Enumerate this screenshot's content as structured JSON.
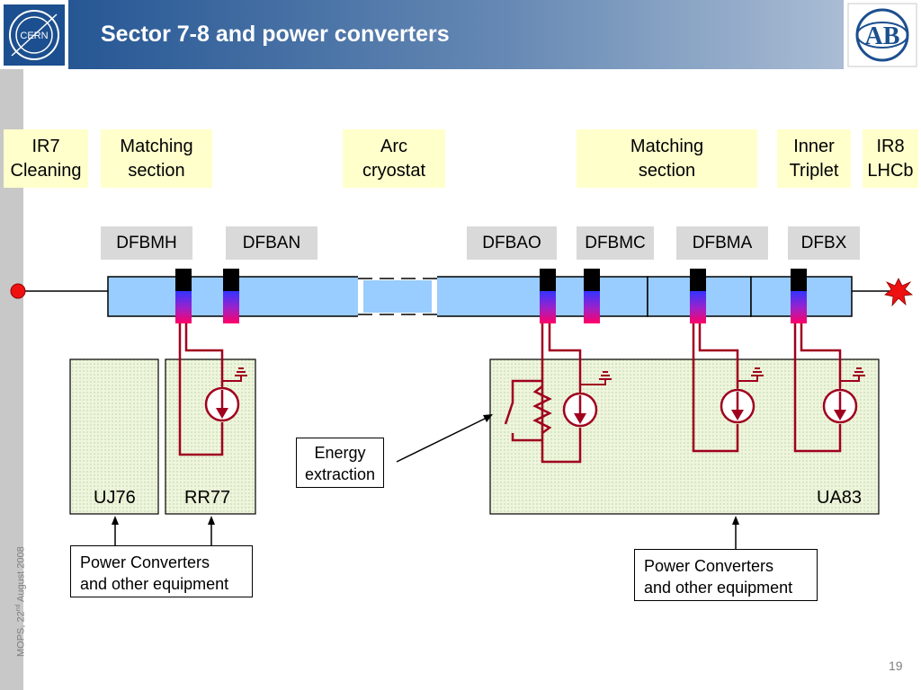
{
  "header": {
    "title": "Sector 7-8 and power converters"
  },
  "logos": {
    "left": "CERN",
    "right": "AB"
  },
  "labels": [
    {
      "id": "ir7",
      "lines": [
        "IR7",
        "Cleaning"
      ]
    },
    {
      "id": "matching-left",
      "lines": [
        "Matching",
        "section"
      ]
    },
    {
      "id": "arc",
      "lines": [
        "Arc",
        "cryostat"
      ]
    },
    {
      "id": "matching-right",
      "lines": [
        "Matching",
        "section"
      ]
    },
    {
      "id": "inner-triplet",
      "lines": [
        "Inner",
        "Triplet"
      ]
    },
    {
      "id": "ir8",
      "lines": [
        "IR8",
        "LHCb"
      ]
    }
  ],
  "dfb": [
    "DFBMH",
    "DFBAN",
    "DFBAO",
    "DFBMC",
    "DFBMA",
    "DFBX"
  ],
  "zones": {
    "uj76": "UJ76",
    "rr77": "RR77",
    "ua83": "UA83"
  },
  "callouts": {
    "energy_extraction": [
      "Energy",
      "extraction"
    ],
    "power_left": [
      "Power Converters",
      "and other equipment"
    ],
    "power_right": [
      "Power Converters",
      "and other equipment"
    ]
  },
  "footer": {
    "text_main": "MOPS, 22",
    "text_sup": "nd",
    "text_end": " August 2008",
    "page": "19"
  },
  "colors": {
    "header_start": "#1c4f8f",
    "label_bg": "#ffffcc",
    "cryostat": "#99ccff",
    "wiring": "#a0001e",
    "zone_fill": "#eef5dc"
  }
}
